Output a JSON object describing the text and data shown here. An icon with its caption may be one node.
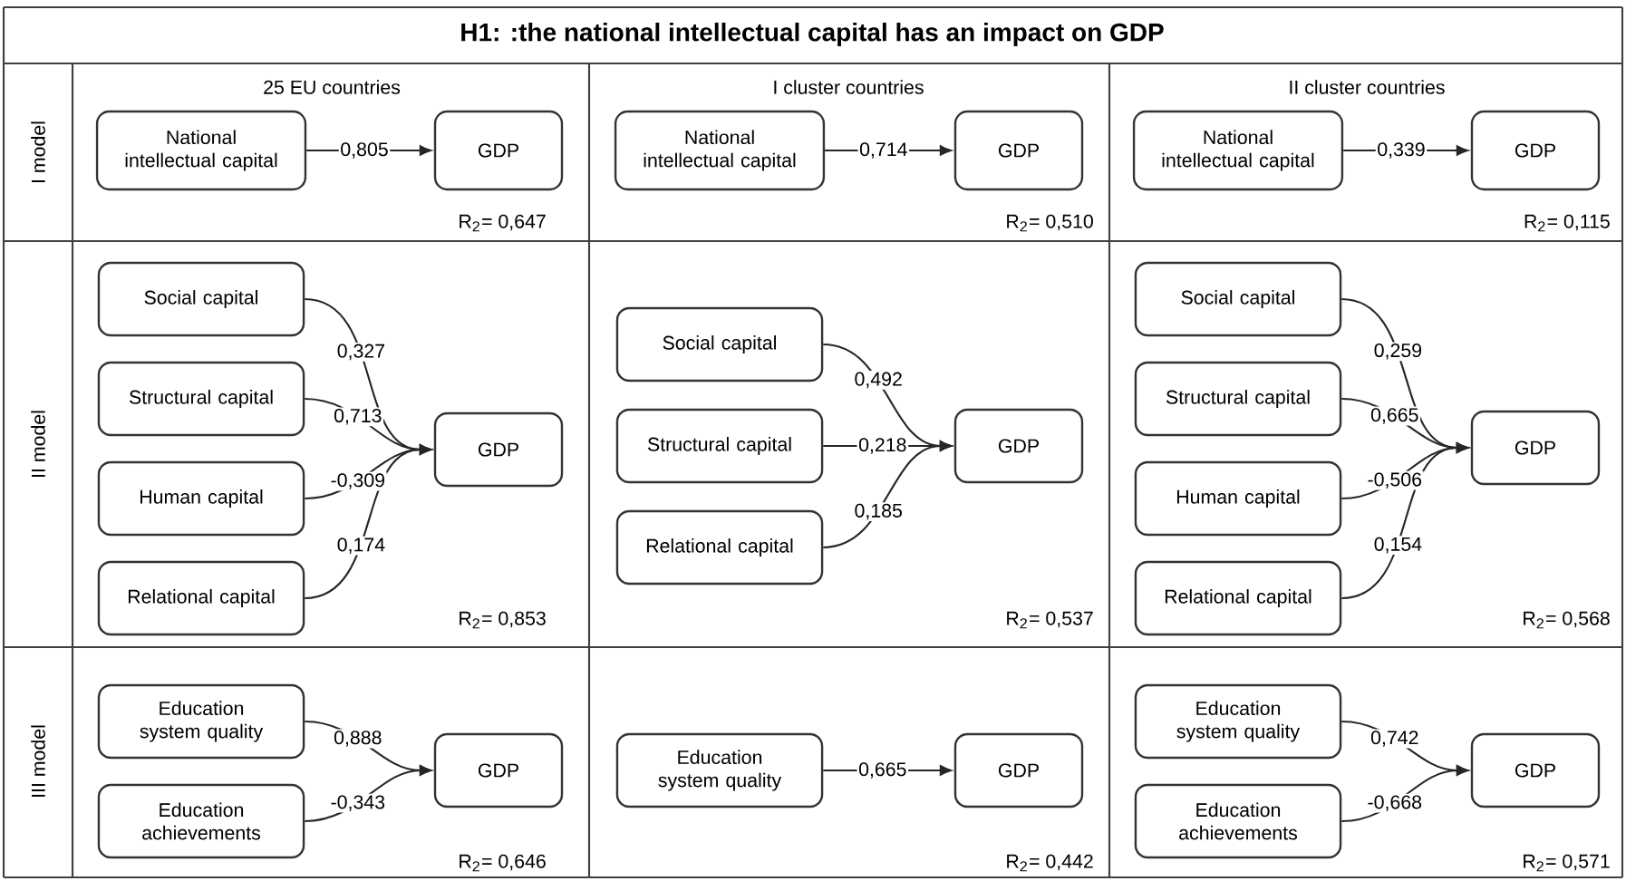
{
  "diagram": {
    "title": "H1: :the national intellectual capital has an impact on GDP",
    "nodes": [
      {
        "text": [
          "National intellectual capital"
        ]
      },
      {
        "text": [
          "GDP"
        ]
      },
      {
        "text": [
          "National intellectual capital"
        ]
      },
      {
        "text": [
          "GDP"
        ]
      },
      {
        "text": [
          "National intellectual capital"
        ]
      },
      {
        "text": [
          "GDP"
        ]
      },
      {
        "text": [
          "Social capital"
        ]
      },
      {
        "text": [
          "Structural capital"
        ]
      },
      {
        "text": [
          "Human capital"
        ]
      },
      {
        "text": [
          "Relational capital"
        ]
      },
      {
        "text": [
          "GDP"
        ]
      },
      {
        "text": [
          "Social capital"
        ]
      },
      {
        "text": [
          "Structural capital"
        ]
      },
      {
        "text": [
          "Relational capital"
        ]
      },
      {
        "text": [
          "GDP"
        ]
      },
      {
        "text": [
          "Social capital"
        ]
      },
      {
        "text": [
          "Structural capital"
        ]
      },
      {
        "text": [
          "Human capital"
        ]
      },
      {
        "text": [
          "Relational capital"
        ]
      },
      {
        "text": [
          "GDP"
        ]
      },
      {
        "text": [
          "Education system quality"
        ]
      },
      {
        "text": [
          "Education achievements"
        ]
      },
      {
        "text": [
          "GDP"
        ]
      },
      {
        "text": [
          "Education system quality"
        ]
      },
      {
        "text": [
          "GDP"
        ]
      },
      {
        "text": [
          "Education system quality"
        ]
      },
      {
        "text": [
          "Education achievements"
        ]
      },
      {
        "text": [
          "GDP"
        ]
      }
    ],
    "edges": [
      {
        "from": 0,
        "to": 1,
        "arrow": "to",
        "label": "0,805"
      },
      {
        "from": 2,
        "to": 3,
        "arrow": "to",
        "label": "0,714"
      },
      {
        "from": 4,
        "to": 5,
        "arrow": "to",
        "label": "0,339"
      },
      {
        "from": 6,
        "to": 10,
        "arrow": "to",
        "label": "0,327"
      },
      {
        "from": 7,
        "to": 10,
        "arrow": "to",
        "label": "0,713"
      },
      {
        "from": 8,
        "to": 10,
        "arrow": "to",
        "label": "-0,309"
      },
      {
        "from": 9,
        "to": 10,
        "arrow": "to",
        "label": "0,174"
      },
      {
        "from": 11,
        "to": 14,
        "arrow": "to",
        "label": "0,492"
      },
      {
        "from": 12,
        "to": 14,
        "arrow": "to",
        "label": "0,218"
      },
      {
        "from": 13,
        "to": 14,
        "arrow": "to",
        "label": "0,185"
      },
      {
        "from": 15,
        "to": 19,
        "arrow": "to",
        "label": "0,259"
      },
      {
        "from": 16,
        "to": 19,
        "arrow": "to",
        "label": "0,665"
      },
      {
        "from": 17,
        "to": 19,
        "arrow": "to",
        "label": "-0,506"
      },
      {
        "from": 18,
        "to": 19,
        "arrow": "to",
        "label": "0,154"
      },
      {
        "from": 20,
        "to": 22,
        "arrow": "to",
        "label": "0,888"
      },
      {
        "from": 21,
        "to": 22,
        "arrow": "to",
        "label": "-0,343"
      },
      {
        "from": 23,
        "to": 24,
        "arrow": "to",
        "label": "0,665"
      },
      {
        "from": 25,
        "to": 27,
        "arrow": "to",
        "label": "0,742"
      },
      {
        "from": 26,
        "to": 27,
        "arrow": "to",
        "label": "-0,668"
      }
    ],
    "labels": [
      "25 EU countries",
      "I cluster countries",
      "II cluster countries",
      "I model",
      "R$_{2}$= 0,647",
      "R$_{2}$= 0,510",
      "R$_{2}$= 0,115",
      "II model",
      "R$_{2}$= 0,853",
      "R$_{2}$= 0,537",
      "R$_{2}$= 0,568",
      "III model",
      "R$_{2}$= 0,646",
      "R$_{2}$= 0,442",
      "R$_{2}$= 0,571"
    ]
  }
}
